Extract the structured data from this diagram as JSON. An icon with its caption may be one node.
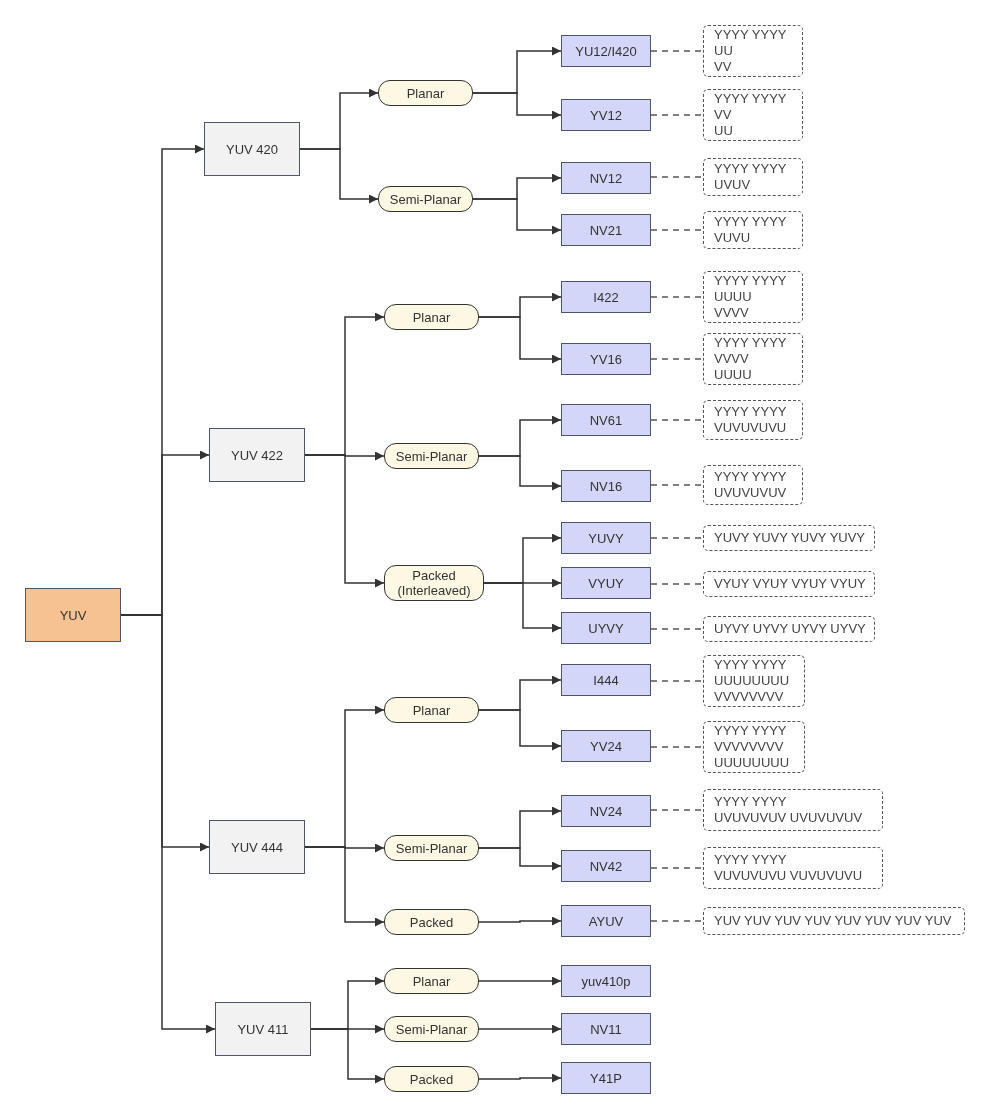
{
  "diagram": {
    "nodes": [
      {
        "text": [
          "YUV"
        ]
      },
      {
        "text": [
          "YUV 420"
        ]
      },
      {
        "text": [
          "Planar"
        ]
      },
      {
        "text": [
          "YU12/I420"
        ]
      },
      {
        "text": [
          "YYYY YYYY",
          "UU",
          "VV"
        ]
      },
      {
        "text": [
          "YV12"
        ]
      },
      {
        "text": [
          "YYYY YYYY",
          "VV",
          "UU"
        ]
      },
      {
        "text": [
          "Semi-Planar"
        ]
      },
      {
        "text": [
          "NV12"
        ]
      },
      {
        "text": [
          "YYYY YYYY",
          "UVUV"
        ]
      },
      {
        "text": [
          "NV21"
        ]
      },
      {
        "text": [
          "YYYY YYYY",
          "VUVU"
        ]
      },
      {
        "text": [
          "YUV 422"
        ]
      },
      {
        "text": [
          "Planar"
        ]
      },
      {
        "text": [
          "I422"
        ]
      },
      {
        "text": [
          "YYYY YYYY",
          "UUUU",
          "VVVV"
        ]
      },
      {
        "text": [
          "YV16"
        ]
      },
      {
        "text": [
          "YYYY YYYY",
          "VVVV",
          "UUUU"
        ]
      },
      {
        "text": [
          "Semi-Planar"
        ]
      },
      {
        "text": [
          "NV61"
        ]
      },
      {
        "text": [
          "YYYY YYYY",
          "VUVUVUVU"
        ]
      },
      {
        "text": [
          "NV16"
        ]
      },
      {
        "text": [
          "YYYY YYYY",
          "UVUVUVUV"
        ]
      },
      {
        "text": [
          "Packed (Interleaved)"
        ]
      },
      {
        "text": [
          "YUVY"
        ]
      },
      {
        "text": [
          "YUVY YUVY YUVY YUVY"
        ]
      },
      {
        "text": [
          "VYUY"
        ]
      },
      {
        "text": [
          "VYUY VYUY VYUY VYUY"
        ]
      },
      {
        "text": [
          "UYVY"
        ]
      },
      {
        "text": [
          "UYVY UYVY UYVY UYVY"
        ]
      },
      {
        "text": [
          "YUV 444"
        ]
      },
      {
        "text": [
          "Planar"
        ]
      },
      {
        "text": [
          "I444"
        ]
      },
      {
        "text": [
          "YYYY YYYY",
          "UUUUUUUU",
          "VVVVVVVV"
        ]
      },
      {
        "text": [
          "YV24"
        ]
      },
      {
        "text": [
          "YYYY YYYY",
          "VVVVVVVV",
          "UUUUUUUU"
        ]
      },
      {
        "text": [
          "Semi-Planar"
        ]
      },
      {
        "text": [
          "NV24"
        ]
      },
      {
        "text": [
          "YYYY YYYY",
          "UVUVUVUV UVUVUVUV"
        ]
      },
      {
        "text": [
          "NV42"
        ]
      },
      {
        "text": [
          "YYYY YYYY",
          "VUVUVUVU VUVUVUVU"
        ]
      },
      {
        "text": [
          "Packed"
        ]
      },
      {
        "text": [
          "AYUV"
        ]
      },
      {
        "text": [
          "YUV YUV YUV YUV YUV YUV YUV YUV"
        ]
      },
      {
        "text": [
          "YUV 411"
        ]
      },
      {
        "text": [
          "Planar"
        ]
      },
      {
        "text": [
          "yuv410p"
        ]
      },
      {
        "text": [
          "Semi-Planar"
        ]
      },
      {
        "text": [
          "NV11"
        ]
      },
      {
        "text": [
          "Packed"
        ]
      },
      {
        "text": [
          "Y41P"
        ]
      }
    ],
    "edges": [
      {
        "from": 0,
        "to": 1,
        "arrow": "to"
      },
      {
        "from": 0,
        "to": 12,
        "arrow": "to"
      },
      {
        "from": 0,
        "to": 30,
        "arrow": "to"
      },
      {
        "from": 0,
        "to": 44,
        "arrow": "to"
      },
      {
        "from": 1,
        "to": 2,
        "arrow": "to"
      },
      {
        "from": 1,
        "to": 7,
        "arrow": "to"
      },
      {
        "from": 2,
        "to": 3,
        "arrow": "to"
      },
      {
        "from": 2,
        "to": 5,
        "arrow": "to"
      },
      {
        "from": 7,
        "to": 8,
        "arrow": "to"
      },
      {
        "from": 7,
        "to": 10,
        "arrow": "to"
      },
      {
        "from": 3,
        "to": 4,
        "arrow": "none",
        "style": "dashed"
      },
      {
        "from": 5,
        "to": 6,
        "arrow": "none",
        "style": "dashed"
      },
      {
        "from": 8,
        "to": 9,
        "arrow": "none",
        "style": "dashed"
      },
      {
        "from": 10,
        "to": 11,
        "arrow": "none",
        "style": "dashed"
      },
      {
        "from": 12,
        "to": 13,
        "arrow": "to"
      },
      {
        "from": 12,
        "to": 18,
        "arrow": "to"
      },
      {
        "from": 12,
        "to": 23,
        "arrow": "to"
      },
      {
        "from": 13,
        "to": 14,
        "arrow": "to"
      },
      {
        "from": 13,
        "to": 16,
        "arrow": "to"
      },
      {
        "from": 18,
        "to": 19,
        "arrow": "to"
      },
      {
        "from": 18,
        "to": 21,
        "arrow": "to"
      },
      {
        "from": 23,
        "to": 24,
        "arrow": "to"
      },
      {
        "from": 23,
        "to": 26,
        "arrow": "to"
      },
      {
        "from": 23,
        "to": 28,
        "arrow": "to"
      },
      {
        "from": 14,
        "to": 15,
        "arrow": "none",
        "style": "dashed"
      },
      {
        "from": 16,
        "to": 17,
        "arrow": "none",
        "style": "dashed"
      },
      {
        "from": 19,
        "to": 20,
        "arrow": "none",
        "style": "dashed"
      },
      {
        "from": 21,
        "to": 22,
        "arrow": "none",
        "style": "dashed"
      },
      {
        "from": 24,
        "to": 25,
        "arrow": "none",
        "style": "dashed"
      },
      {
        "from": 26,
        "to": 27,
        "arrow": "none",
        "style": "dashed"
      },
      {
        "from": 28,
        "to": 29,
        "arrow": "none",
        "style": "dashed"
      },
      {
        "from": 30,
        "to": 31,
        "arrow": "to"
      },
      {
        "from": 30,
        "to": 36,
        "arrow": "to"
      },
      {
        "from": 30,
        "to": 41,
        "arrow": "to"
      },
      {
        "from": 31,
        "to": 32,
        "arrow": "to"
      },
      {
        "from": 31,
        "to": 34,
        "arrow": "to"
      },
      {
        "from": 36,
        "to": 37,
        "arrow": "to"
      },
      {
        "from": 36,
        "to": 39,
        "arrow": "to"
      },
      {
        "from": 41,
        "to": 42,
        "arrow": "to"
      },
      {
        "from": 32,
        "to": 33,
        "arrow": "none",
        "style": "dashed"
      },
      {
        "from": 34,
        "to": 35,
        "arrow": "none",
        "style": "dashed"
      },
      {
        "from": 37,
        "to": 38,
        "arrow": "none",
        "style": "dashed"
      },
      {
        "from": 39,
        "to": 40,
        "arrow": "none",
        "style": "dashed"
      },
      {
        "from": 42,
        "to": 43,
        "arrow": "none",
        "style": "dashed"
      },
      {
        "from": 44,
        "to": 45,
        "arrow": "to"
      },
      {
        "from": 44,
        "to": 47,
        "arrow": "to"
      },
      {
        "from": 44,
        "to": 49,
        "arrow": "to"
      },
      {
        "from": 45,
        "to": 46,
        "arrow": "to"
      },
      {
        "from": 47,
        "to": 48,
        "arrow": "to"
      },
      {
        "from": 49,
        "to": 50,
        "arrow": "to"
      }
    ]
  }
}
